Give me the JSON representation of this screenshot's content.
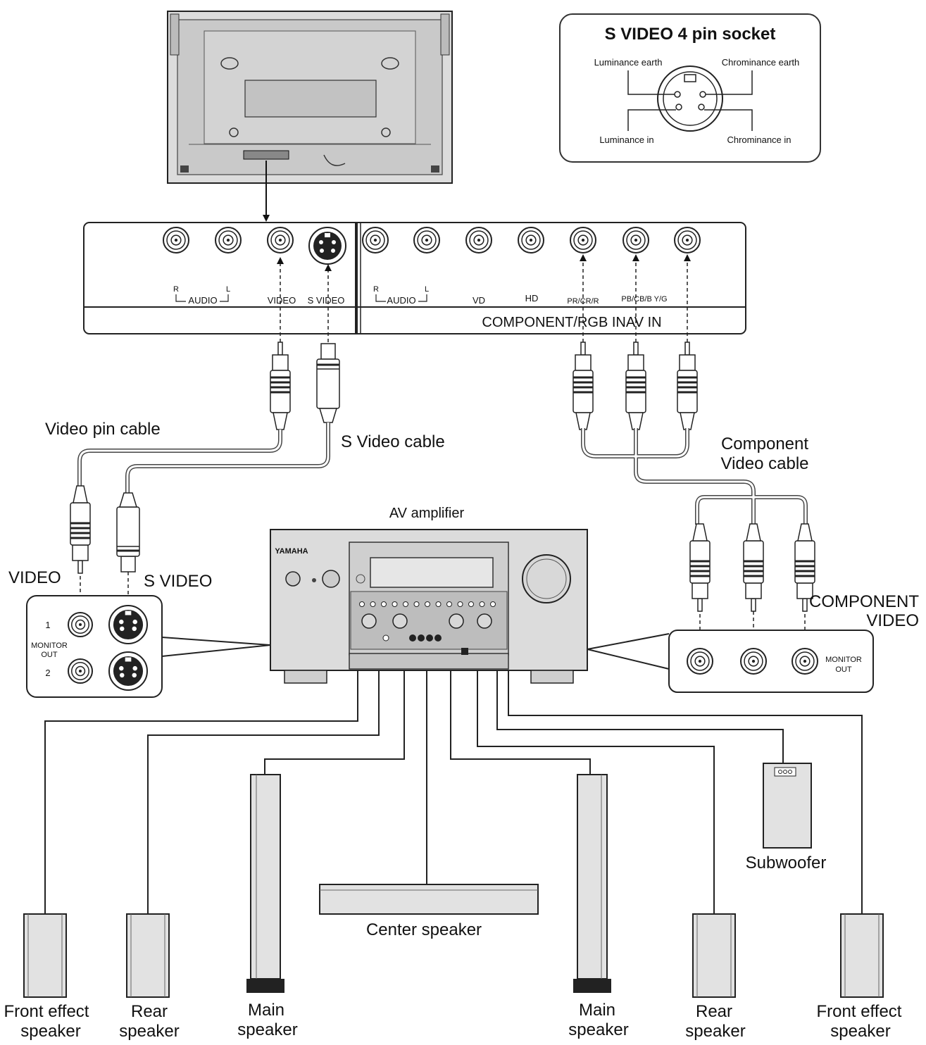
{
  "svideo_socket": {
    "title": "S VIDEO 4 pin socket",
    "luminance_earth": "Luminance earth",
    "chrominance_earth": "Chrominance earth",
    "luminance_in": "Luminance in",
    "chrominance_in": "Chrominance in"
  },
  "panel": {
    "r": "R",
    "l": "L",
    "audio": "AUDIO",
    "video": "VIDEO",
    "svideo": "S VIDEO",
    "r2": "R",
    "l2": "L",
    "audio2": "AUDIO",
    "vd": "VD",
    "hd": "HD",
    "pr": "PR/CR/R",
    "pb_y": "PB/CB/B Y/G",
    "component_label": "COMPONENT/RGB INAV  IN"
  },
  "cables": {
    "video_pin": "Video pin cable",
    "svideo": "S Video cable",
    "component_1": "Component",
    "component_2": "Video cable"
  },
  "amplifier": {
    "title": "AV amplifier",
    "brand": "YAMAHA"
  },
  "monitor_out_left": {
    "video": "VIDEO",
    "svideo": "S VIDEO",
    "num1": "1",
    "num2": "2",
    "monitor": "MONITOR",
    "out": "OUT"
  },
  "monitor_out_right": {
    "component_1": "COMPONENT",
    "component_2": "VIDEO",
    "monitor": "MONITOR",
    "out": "OUT"
  },
  "speakers": {
    "subwoofer": "Subwoofer",
    "center": "Center speaker",
    "front_effect_l_1": "Front effect",
    "front_effect_l_2": "speaker",
    "rear_l_1": "Rear",
    "rear_l_2": "speaker",
    "main_l_1": "Main",
    "main_l_2": "speaker",
    "main_r_1": "Main",
    "main_r_2": "speaker",
    "rear_r_1": "Rear",
    "rear_r_2": "speaker",
    "front_effect_r_1": "Front effect",
    "front_effect_r_2": "speaker"
  }
}
